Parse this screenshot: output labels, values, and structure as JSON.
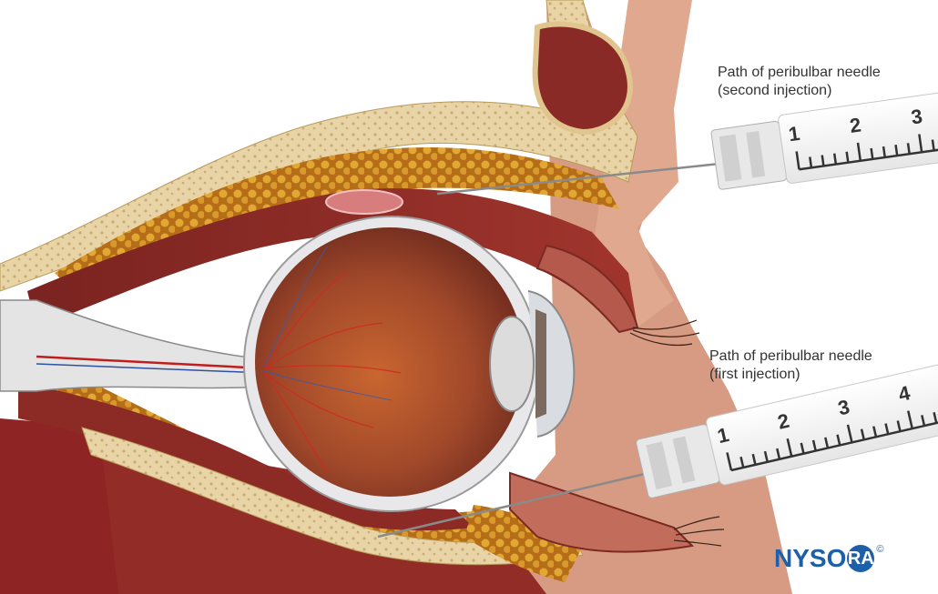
{
  "labels": {
    "second": {
      "line1": "Path of peribulbar needle",
      "line2": "(second injection)"
    },
    "first": {
      "line1": "Path of peribulbar needle",
      "line2": "(first injection)"
    }
  },
  "syringe_upper": {
    "scale": [
      "1",
      "2",
      "3"
    ]
  },
  "syringe_lower": {
    "scale": [
      "1",
      "2",
      "3",
      "4"
    ]
  },
  "logo": {
    "prefix": "NYSO",
    "circle": "RA",
    "mark": "©"
  },
  "colors": {
    "skin": "#d79a82",
    "muscle": "#8e2a26",
    "fat": "#d49a24",
    "bone": "#e4cf9f",
    "eye_interior": "#b0552a",
    "brand": "#1d5fa8"
  }
}
